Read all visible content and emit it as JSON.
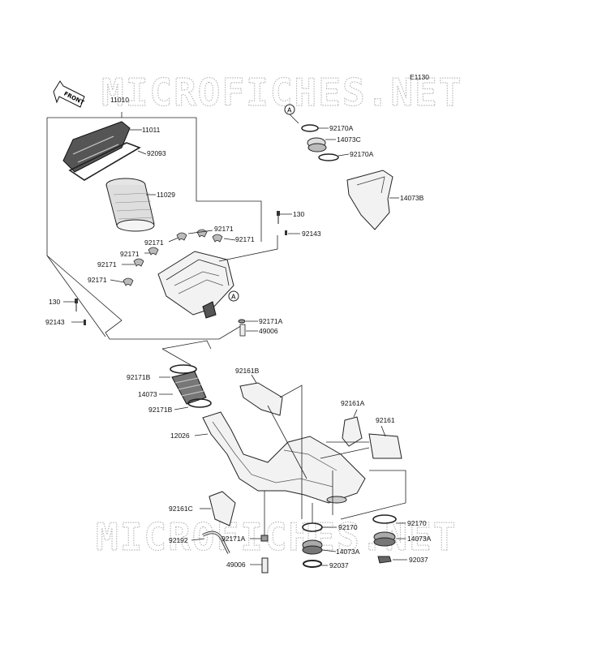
{
  "watermark": "MICROFICHES.NET",
  "diagram_code": "E1130",
  "front_label": "FRONT",
  "ref_marker": "A",
  "labels": {
    "l11010": "11010",
    "l11011": "11011",
    "l92093": "92093",
    "l11029": "11029",
    "l92171_a": "92171",
    "l92171_b": "92171",
    "l92171_c": "92171",
    "l92171_d": "92171",
    "l92171_e": "92171",
    "l92171_f": "92171",
    "l130_r": "130",
    "l92143_r": "92143",
    "l130_l": "130",
    "l92143_l": "92143",
    "l92171A_top": "92171A",
    "l49006_top": "49006",
    "l92170A_1": "92170A",
    "l14073C": "14073C",
    "l92170A_2": "92170A",
    "l14073B": "14073B",
    "l92171B_1": "92171B",
    "l14073": "14073",
    "l92171B_2": "92171B",
    "l92161B": "92161B",
    "l92161A": "92161A",
    "l92161": "92161",
    "l12026": "12026",
    "l92161C": "92161C",
    "l92192": "92192",
    "l92171A_bot": "92171A",
    "l49006_bot": "49006",
    "l92170_1": "92170",
    "l14073A_1": "14073A",
    "l92037_1": "92037",
    "l92170_2": "92170",
    "l14073A_2": "14073A",
    "l92037_2": "92037"
  }
}
